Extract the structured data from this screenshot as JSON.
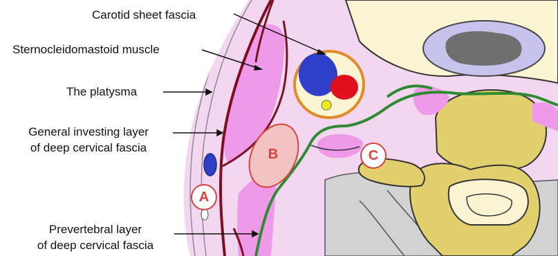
{
  "labels": {
    "carotid_sheet": "Carotid sheet fascia",
    "scm": "Sternocleidomastoid muscle",
    "platysma": "The platysma",
    "investing_1": "General investing layer",
    "investing_2": "of deep cervical fascia",
    "prevertebral_1": "Prevertebral layer",
    "prevertebral_2": "of deep cervical fascia"
  },
  "markers": {
    "a": "A",
    "b": "B",
    "c": "C"
  },
  "colors": {
    "background_tissue": "#f3d6f0",
    "muscle": "#ee9ae8",
    "fascia_dark": "#7a1020",
    "prevertebral_green": "#2f8a32",
    "carotid_ring": "#e08a2a",
    "artery_red": "#e0101e",
    "vein_blue": "#2f3fc8",
    "nerve_yellow": "#f2ea1c",
    "vertebra_yellow": "#e2cf6e",
    "marker_red": "#d9423b",
    "gray_muscle": "#cfcfcf"
  }
}
